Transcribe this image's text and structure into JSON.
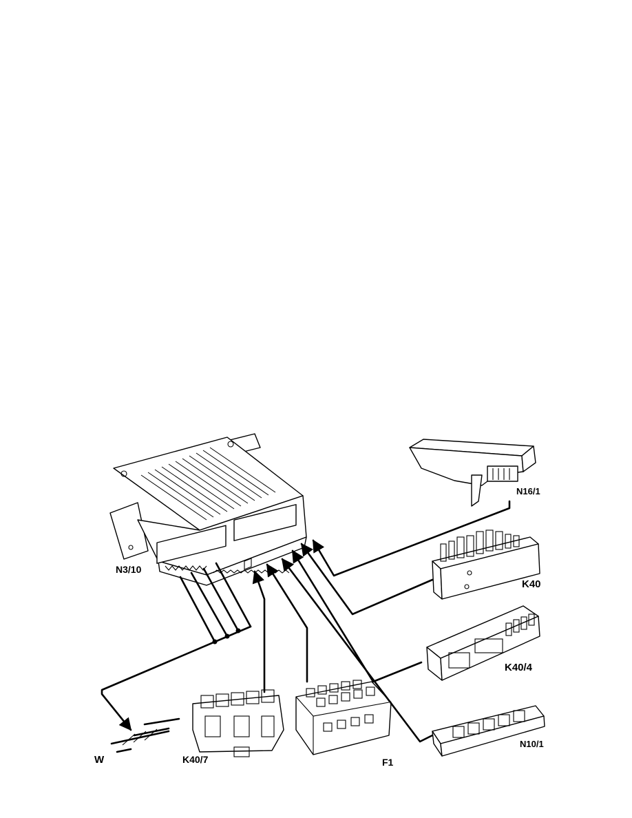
{
  "labels": {
    "n3_10": "N3/10",
    "n16_1": "N16/1",
    "k40": "K40",
    "k40_4": "K40/4",
    "n10_1": "N10/1",
    "k40_7": "K40/7",
    "f1": "F1",
    "w": "W"
  },
  "colors": {
    "ink": "#000000",
    "paper": "#ffffff"
  }
}
